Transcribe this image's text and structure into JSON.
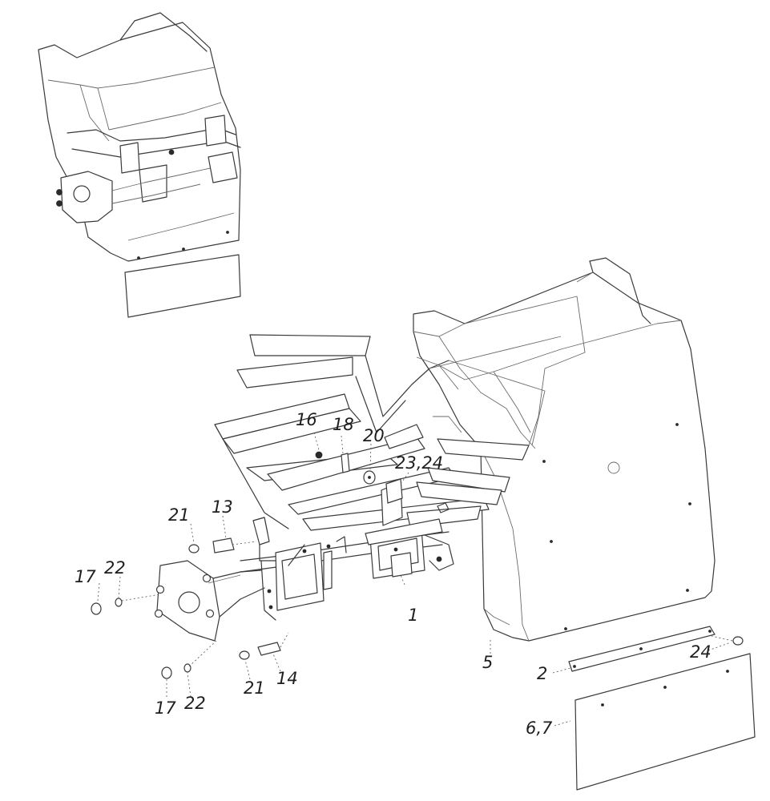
{
  "labels": {
    "p1": "1",
    "p2": "2",
    "p5": "5",
    "p6_7": "6,7",
    "p13": "13",
    "p14": "14",
    "p16": "16",
    "p17_upper": "17",
    "p17_lower": "17",
    "p18": "18",
    "p20": "20",
    "p21_upper": "21",
    "p21_lower": "21",
    "p22_upper": "22",
    "p22_lower": "22",
    "p23_24": "23,24",
    "p24": "24"
  }
}
